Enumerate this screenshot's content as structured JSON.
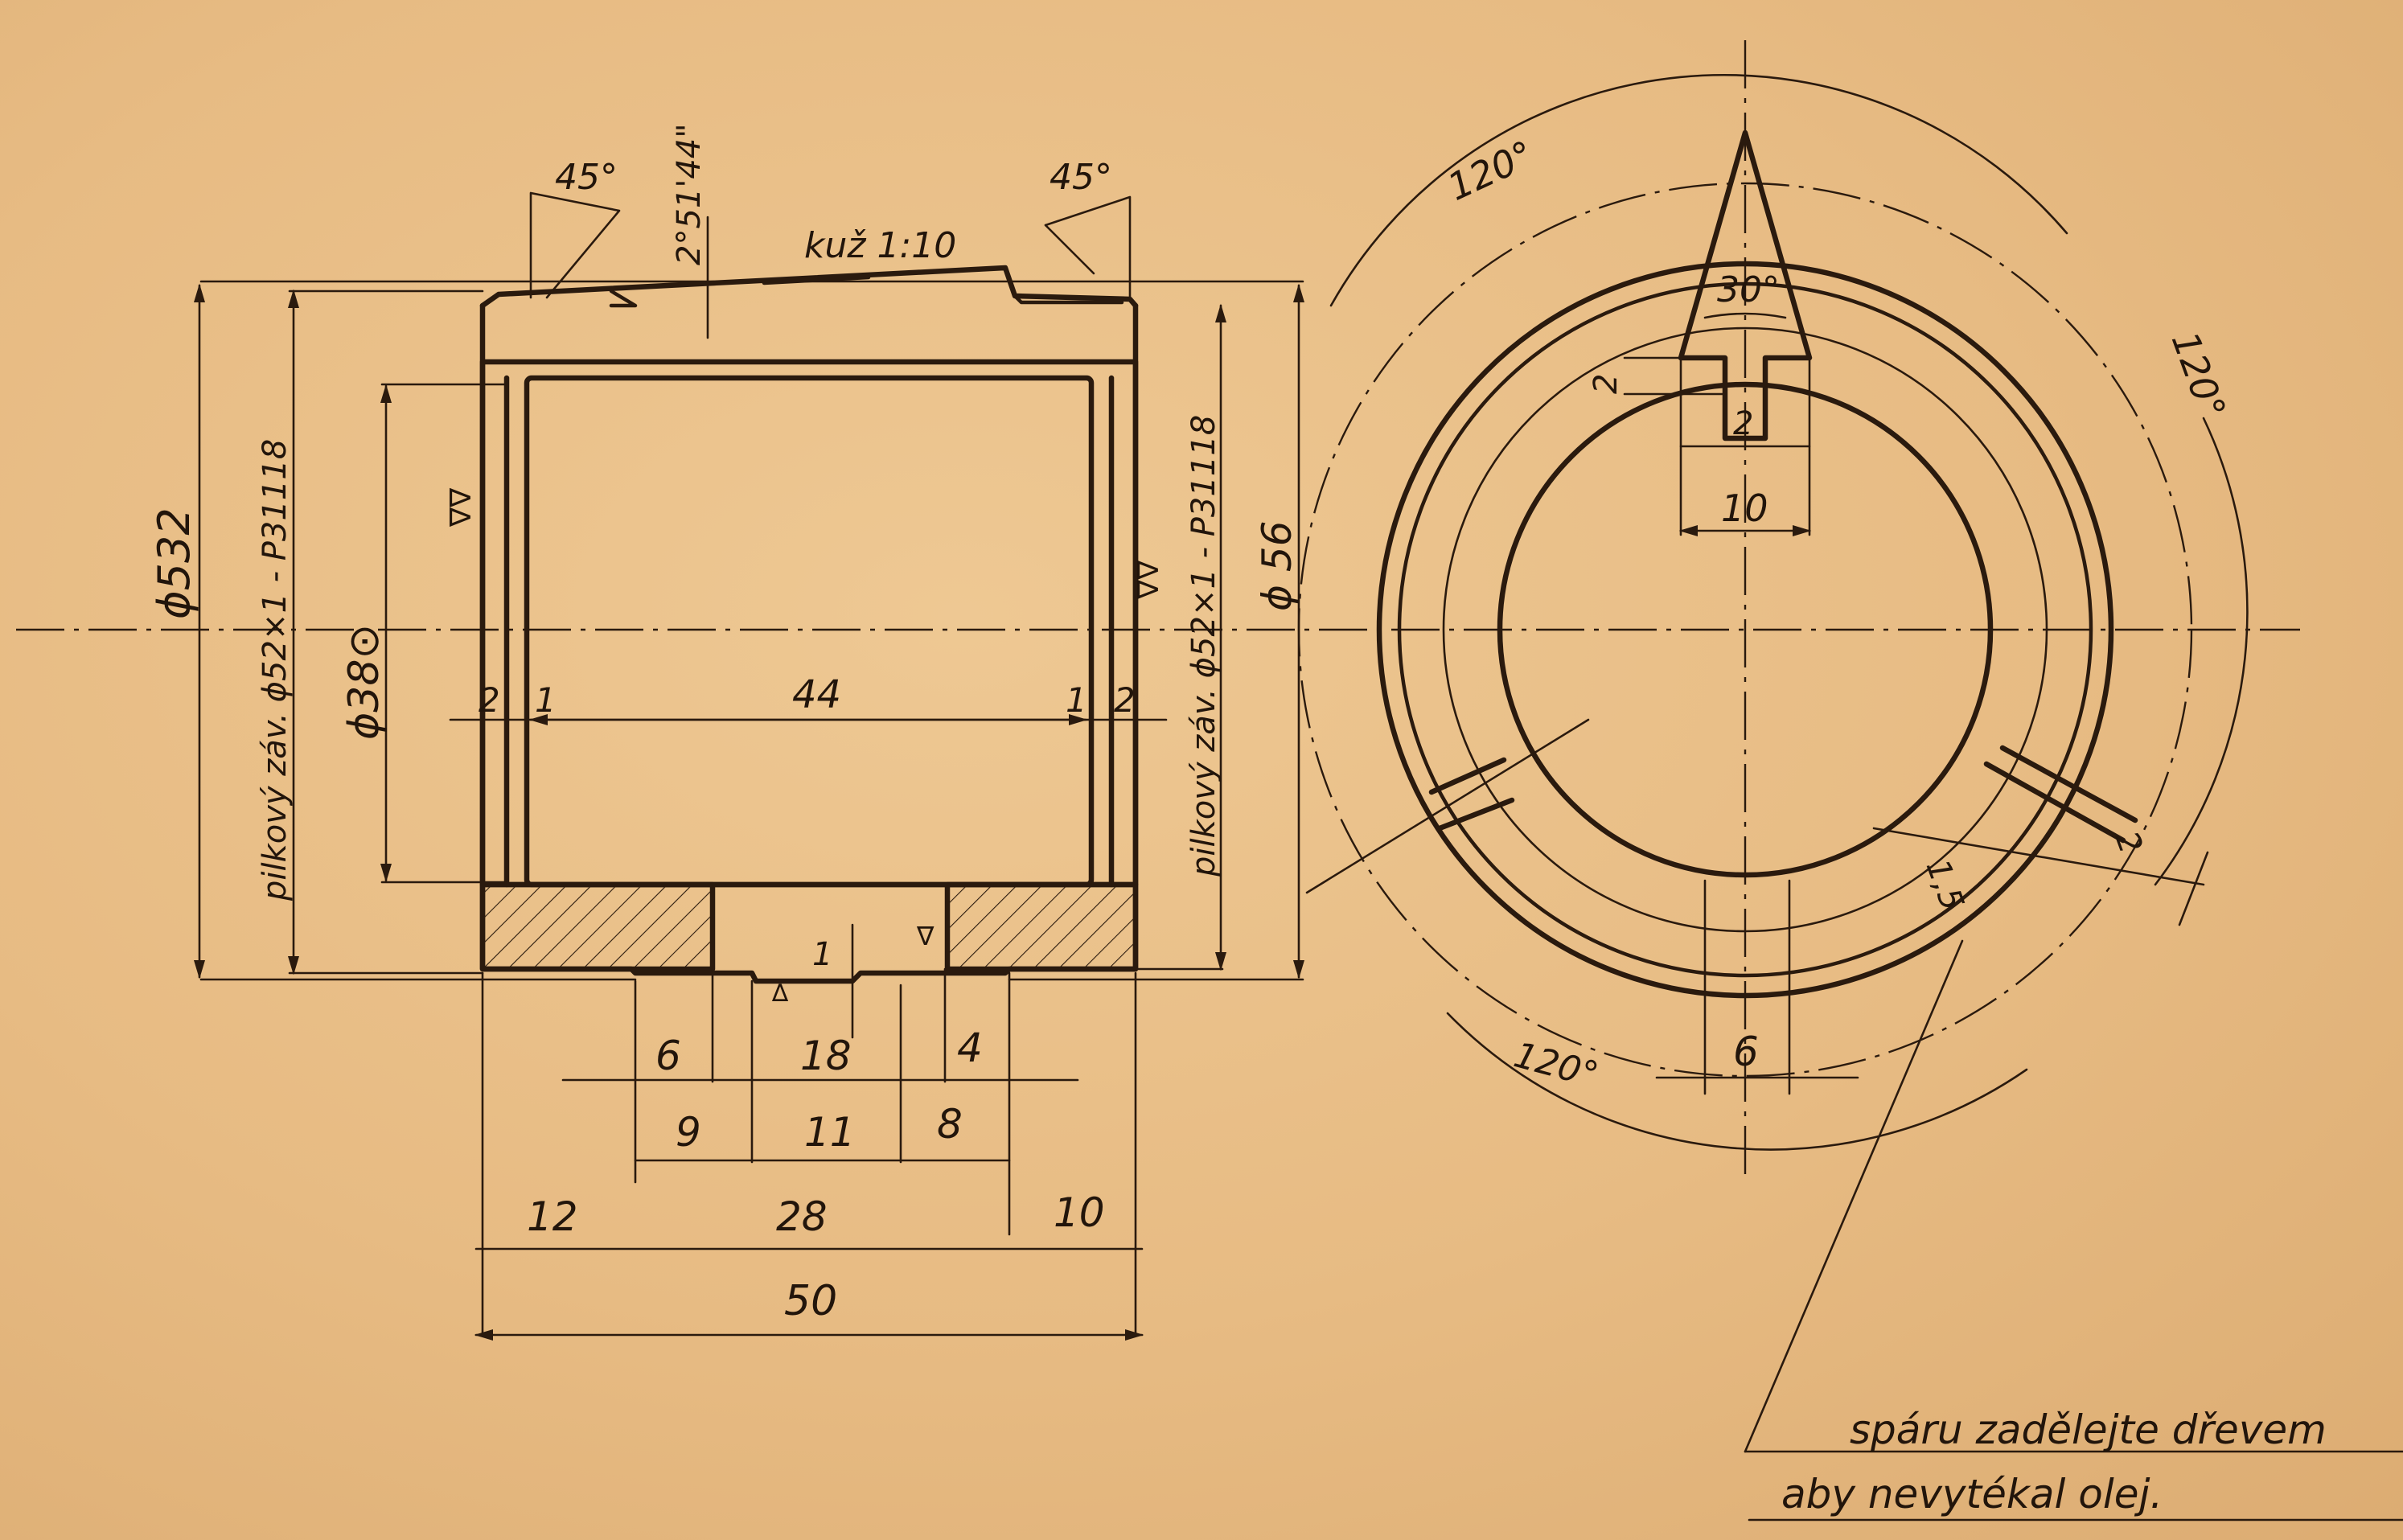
{
  "side_view": {
    "diameters": {
      "outer_left": "ϕ532",
      "thread_left": "pilkový záv. ϕ52×1 - P31118",
      "bore": "ϕ38⊙",
      "thread_right": "pilkový záv. ϕ52×1 - P31118",
      "outer_right": "ϕ 56"
    },
    "top": {
      "chamfer_left": "45°",
      "chamfer_right": "45°",
      "taper_angle": "2°51'44\"",
      "taper": "kuž 1:10"
    },
    "inner": {
      "d_left_2": "2",
      "d_left_1": "1",
      "length": "44",
      "d_right_1": "1",
      "d_right_2": "2"
    },
    "groove_depth": "1",
    "dims": {
      "row1": [
        "6",
        "18",
        "4"
      ],
      "row2": [
        "9",
        "11",
        "8"
      ],
      "row3": [
        "12",
        "28",
        "10"
      ],
      "total": "50"
    },
    "finish_marks": [
      "∇∇",
      "∇∇",
      "∇",
      "∆"
    ]
  },
  "end_view": {
    "angles": [
      "120°",
      "120°",
      "120°"
    ],
    "key_angle": "30°",
    "key_depth": "2",
    "key_inner": "2",
    "key_width": "10",
    "slot_width": "6",
    "slot_right_a": "1,5",
    "slot_right_b": "2"
  },
  "note": {
    "line1": "spáru zadělejte dřevem",
    "line2": "aby nevytékal olej."
  }
}
